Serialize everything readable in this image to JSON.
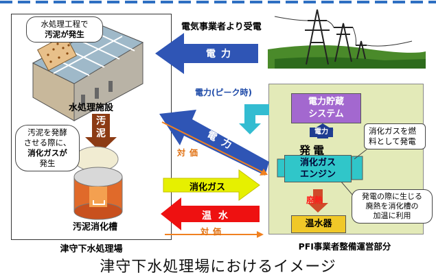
{
  "caption": "津守下水処理場におけるイメージ",
  "left_panel": {
    "title": "津守下水処理場",
    "facility_label": "水処理施設",
    "tank_label": "汚泥消化槽",
    "bubble_top": [
      "水処理工程で",
      "汚泥が発生"
    ],
    "bubble_mid": [
      "汚泥を発酵",
      "させる際に、",
      "消化ガスが",
      "発生"
    ],
    "sludge_arrow_label": [
      "汚",
      "泥"
    ]
  },
  "right_panel": {
    "title": "PFI事業者整備運営部分",
    "storage": [
      "電力貯蔵",
      "システム"
    ],
    "power_small": "電力",
    "generation": "発電",
    "engine": [
      "消化ガス",
      "エンジン"
    ],
    "waste_heat": "廃熱",
    "water_heater": "温水器",
    "bubble_fuel": [
      "消化ガスを燃",
      "料として発電"
    ],
    "bubble_heat": [
      "発電の際に生じる",
      "廃熱を消化槽の",
      "加温に利用"
    ]
  },
  "flows": {
    "utility_supply": "電気事業者より受電",
    "power_top": "電力",
    "power_peak": "電力(ピーク時)",
    "power_main": "電力",
    "payment_1": "対価",
    "digester_gas": "消化ガス",
    "hot_water": "温水",
    "payment_2": "対価"
  },
  "colors": {
    "dash": "#2e6fc2",
    "power_arrow": "#2f55b5",
    "gas_arrow": "#e6f000",
    "hot_water_arrow": "#ee1111",
    "payment_arrow": "#f08020",
    "peak_arrow": "#33bcd1",
    "sludge_arrow": "#8c3b14"
  }
}
